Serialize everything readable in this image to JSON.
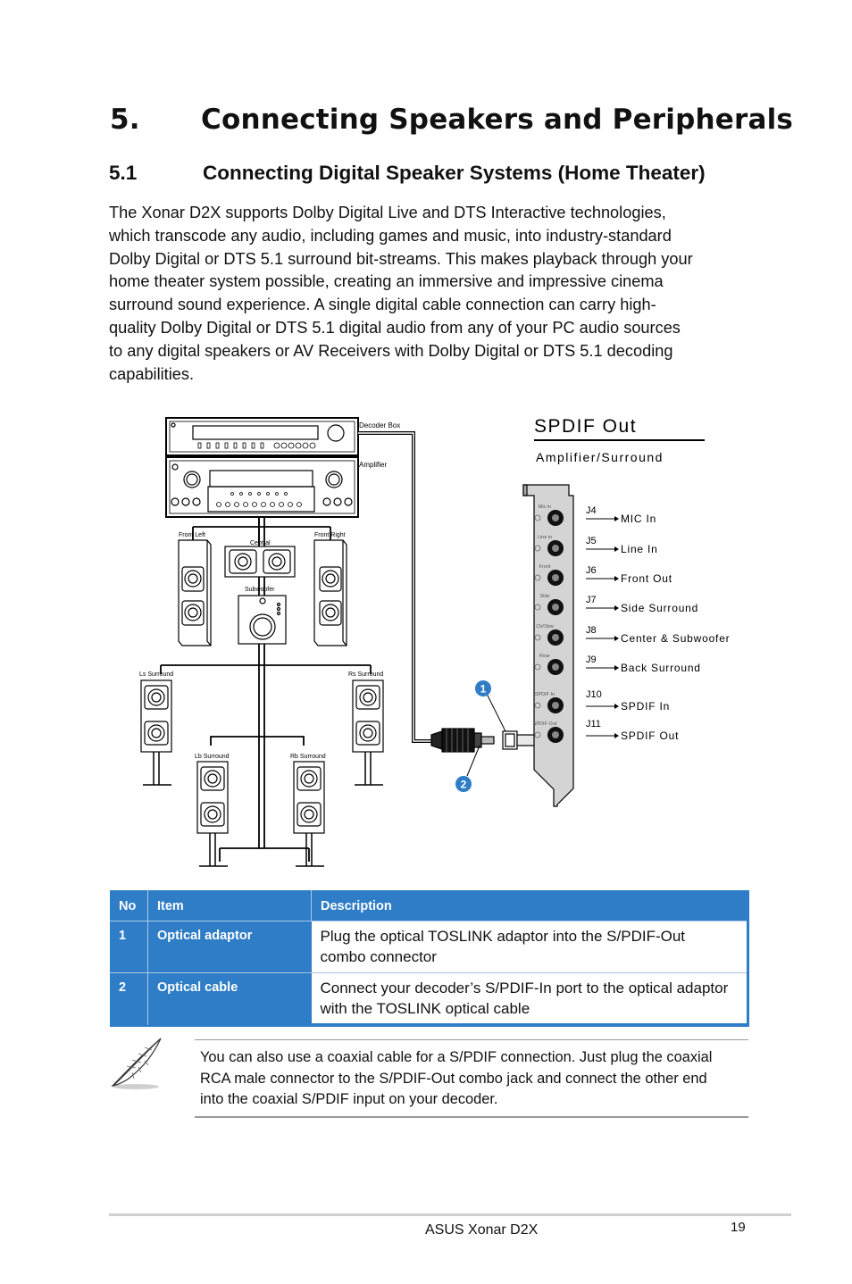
{
  "chapter": {
    "number": "5.",
    "title": "Connecting Speakers and Peripherals"
  },
  "section": {
    "number": "5.1",
    "title": "Connecting Digital Speaker Systems (Home Theater)"
  },
  "intro_lines": [
    "The Xonar D2X supports Dolby Digital Live and DTS Interactive technologies,",
    "which transcode any audio, including games and music, into industry-standard",
    "Dolby Digital or DTS 5.1 surround bit-streams. This makes playback through your",
    "home theater system possible, creating an immersive and impressive cinema",
    "surround sound experience. A single digital cable connection can carry high-",
    "quality Dolby Digital or DTS 5.1 digital audio from any of your PC audio sources",
    "to any digital speakers or AV Receivers with Dolby Digital or DTS 5.1 decoding",
    "capabilities."
  ],
  "diagram": {
    "heading": "SPDIF Out",
    "subheading": "Amplifier/Surround",
    "devices": {
      "decoder": "Decoder Box",
      "amplifier": "Amplifier"
    },
    "speakers": {
      "front_left": "Front Left",
      "central": "Central",
      "front_right": "Front Right",
      "subwoofer": "Subwoofer",
      "ls_surround": "Ls Surround",
      "rs_surround": "Rs Surround",
      "lb_surround": "Lb Surround",
      "rb_surround": "Rb Surround"
    },
    "bracket_labels": [
      "Mic in",
      "Line in",
      "Front",
      "Side",
      "Ctr/Sbw",
      "Rear",
      "SPDIF In",
      "SPDIF Out"
    ],
    "jacks": [
      {
        "id": "J4",
        "label": "MIC In"
      },
      {
        "id": "J5",
        "label": "Line In"
      },
      {
        "id": "J6",
        "label": "Front Out"
      },
      {
        "id": "J7",
        "label": "Side Surround"
      },
      {
        "id": "J8",
        "label": "Center & Subwoofer"
      },
      {
        "id": "J9",
        "label": "Back Surround"
      },
      {
        "id": "J10",
        "label": "SPDIF In"
      },
      {
        "id": "J11",
        "label": "SPDIF Out"
      }
    ],
    "callouts": [
      "1",
      "2"
    ],
    "colors": {
      "callout": "#2f7dc6",
      "ink": "#000000"
    }
  },
  "table": {
    "headers": {
      "no": "No",
      "item": "Item",
      "description": "Description"
    },
    "rows": [
      {
        "no": "1",
        "item": "Optical adaptor",
        "desc_lines": [
          "Plug the optical TOSLINK adaptor into the S/PDIF-Out",
          "combo connector"
        ]
      },
      {
        "no": "2",
        "item": "Optical cable",
        "desc_lines": [
          "Connect your decoder’s S/PDIF-In port to the optical adaptor",
          "with the TOSLINK optical cable"
        ]
      }
    ],
    "colors": {
      "header_bg": "#2f7dc6",
      "header_text": "#ffffff"
    }
  },
  "note": {
    "icon": "feather-pen-icon",
    "lines": [
      "You can also use a coaxial cable for a S/PDIF connection. Just plug the coaxial",
      "RCA male connector to the S/PDIF-Out combo jack and connect the other end",
      "into the coaxial S/PDIF input on your decoder."
    ]
  },
  "footer": {
    "title": "ASUS Xonar D2X",
    "page": "19"
  }
}
